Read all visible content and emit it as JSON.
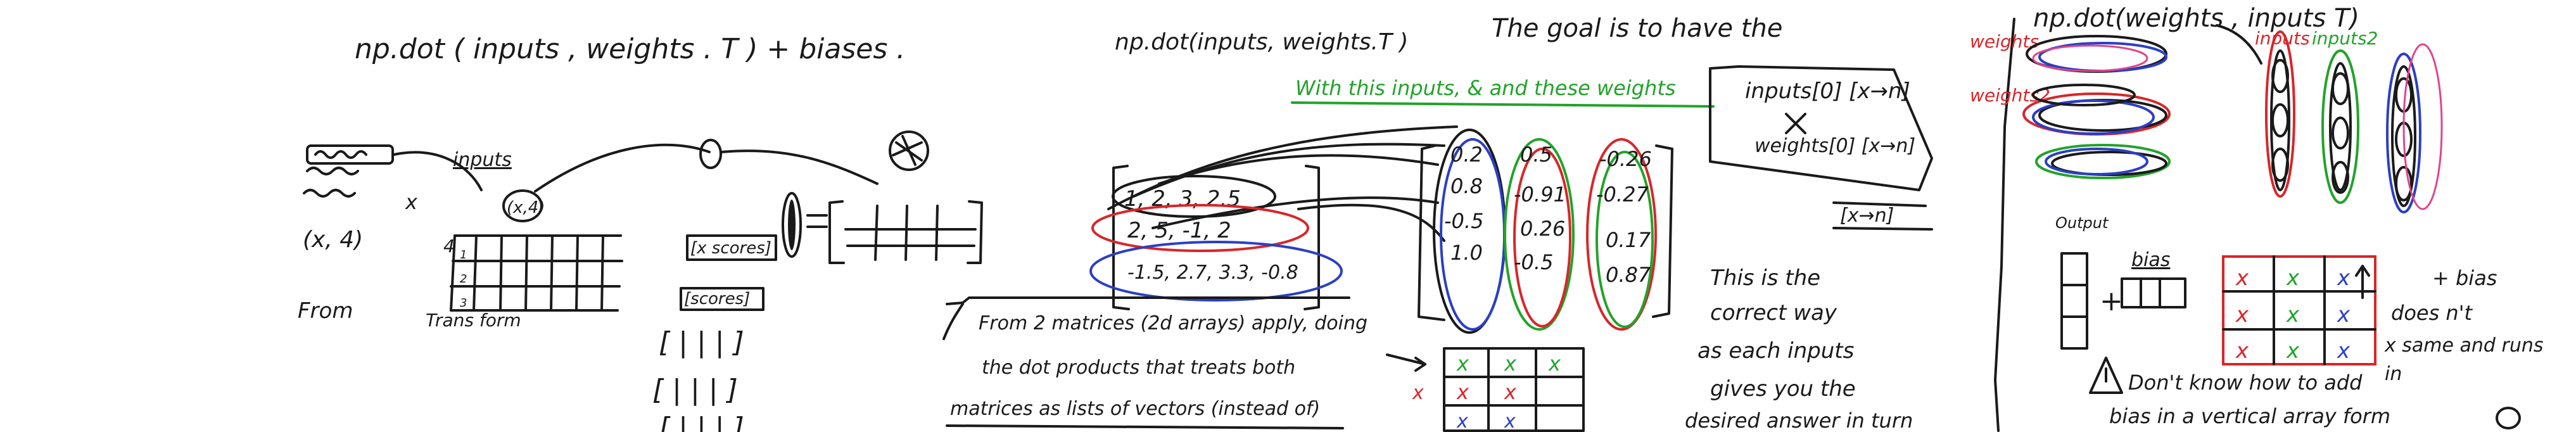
{
  "colors": {
    "ink": "#1a1a1a",
    "green": "#22a32a",
    "red": "#d8262a",
    "blue": "#2b3fc4",
    "pink": "#e0458a",
    "background": "#ffffff"
  },
  "section1": {
    "formula": "np.dot ( inputs ,  weights . T )   + biases .",
    "inputs_label": "inputs",
    "x_label": "x",
    "shape_label": "(x, 4)",
    "shape_label_2": "(x,4)",
    "four_label": "4",
    "row_nums": [
      "1",
      "2",
      "3"
    ],
    "from_label": "From",
    "to_label": "Trans form",
    "stack_labels": [
      "[x scores]",
      "[scores]",
      "[ | | | ]",
      "[ | | | ]",
      "[ | | | ]"
    ]
  },
  "section2": {
    "formula": "np.dot(inputs, weights.T )",
    "goal": "The goal is to  have the",
    "green_note": "With this inputs, & and these weights",
    "matrix_rows": [
      "1, 2, 3, 2.5",
      "2, 5, -1, 2",
      "-1.5, 2.7, 3.3, -0.8"
    ],
    "weights_cols": [
      [
        "0.2",
        "0.8",
        "-0.5",
        "1.0"
      ],
      [
        "0.5",
        "-0.91",
        "0.26",
        "-0.5"
      ],
      [
        "-0.26",
        "-0.27",
        "0.17",
        "0.87"
      ]
    ],
    "box_lines": [
      "inputs[0] [x→n]",
      "weights[0] [x→n]",
      "[x→n]"
    ],
    "note_lines": [
      "From 2 matrices (2d arrays) apply, doing",
      "the dot products  that treats both",
      "matrices as lists of vectors (instead of)"
    ],
    "result_x": [
      "x",
      "x",
      "x"
    ],
    "correct_lines": [
      "This is the",
      "correct way",
      "as each inputs",
      "gives you the",
      "desired answer in turn"
    ]
  },
  "section3": {
    "formula": "np.dot(weights  ,  inputs T)",
    "weights_labels": [
      "weights",
      "weights2"
    ],
    "inputs_labels": [
      "inputs",
      "inputs2"
    ],
    "output_label": "Output",
    "bias_label": "bias",
    "plus_sign": "+",
    "grid_marks": [
      "x",
      "x",
      "x",
      "x",
      "x",
      "x",
      "x",
      "x",
      "x"
    ],
    "right_note": [
      "+ bias",
      "does n't",
      "x same and runs",
      "in"
    ],
    "warning_lines": [
      "Don't know how to add",
      "bias in a vertical array form"
    ]
  }
}
